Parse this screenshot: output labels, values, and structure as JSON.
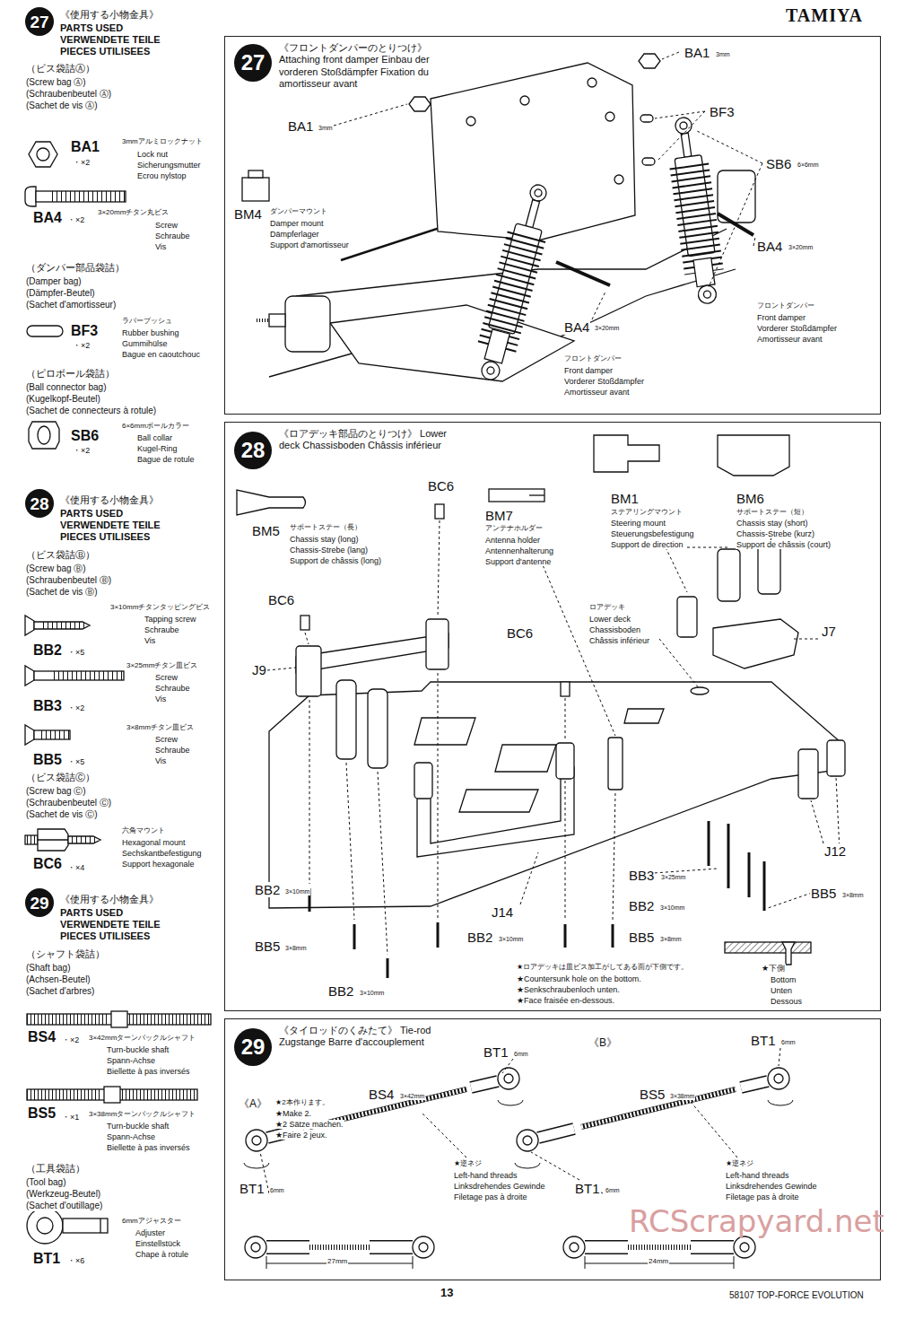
{
  "diagram": {
    "nodes": [
      {
        "text": [
          "27"
        ]
      },
      {
        "text": [
          "《フロントダンパーのとりつけ》 Attaching front damper Einbau der vorderen Stoßdämpfer Fixation du amortisseur avant"
        ]
      },
      {
        "text": [
          "27"
        ],
        "in": 1
      },
      {
        "text": [
          "28"
        ]
      },
      {
        "text": [
          "《ロアデッキ部品のとりつけ》 Lower deck Chassisboden Châssis inférieur"
        ]
      },
      {
        "text": [
          "28"
        ],
        "in": 4
      },
      {
        "text": [
          "29"
        ]
      },
      {
        "text": [
          "《タイロッドのくみたて》 Tie-rod Zugstange Barre d'accouplement"
        ]
      },
      {
        "text": [
          "29"
        ],
        "in": 7
      }
    ],
    "labels": [
      "TAMIYA",
      "《使用する小物金具》",
      "PARTS USED",
      "VERWENDETE TEILE",
      "PIECES UTILISEES",
      "（ビス袋詰Ⓐ）",
      "(Screw bag Ⓐ)",
      "(Schraubenbeutel Ⓐ)",
      "(Sachet de vis Ⓐ)",
      "BA1",
      "・×2",
      "3mmアルミロックナット",
      "Lock nut",
      "Sicherungsmutter",
      "Ecrou nylstop",
      "BA4",
      "・×2",
      "3×20mmチタン丸ビス",
      "Screw",
      "Schraube",
      "Vis",
      "（ダンパー部品袋詰）",
      "(Damper bag)",
      "(Dämpfer-Beutel)",
      "(Sachet d'amortisseur)",
      "BF3",
      "・×2",
      "ラバーブッシュ",
      "Rubber bushing",
      "Gummihülse",
      "Bague en caoutchouc",
      "（ピロボール袋詰）",
      "(Ball connector bag)",
      "(Kugelkopf-Beutel)",
      "(Sachet de connecteurs à rotule)",
      "SB6",
      "・×2",
      "6×6mmボールカラー",
      "Ball collar",
      "Kugel-Ring",
      "Bague de rotule",
      "《使用する小物金具》",
      "PARTS USED",
      "VERWENDETE TEILE",
      "PIECES UTILISEES",
      "（ビス袋詰Ⓑ）",
      "(Screw bag Ⓑ)",
      "(Schraubenbeutel Ⓑ)",
      "(Sachet de vis Ⓑ)",
      "3×10mmチタンタッピングビス",
      "Tapping screw",
      "Schraube",
      "Vis",
      "BB2",
      "・×5",
      "3×25mmチタン皿ビス",
      "Screw",
      "Schraube",
      "Vis",
      "BB3",
      "・×2",
      "3×8mmチタン皿ビス",
      "Screw",
      "Schraube",
      "Vis",
      "BB5",
      "・×5",
      "（ビス袋詰Ⓒ）",
      "(Screw bag Ⓒ)",
      "(Schraubenbeutel Ⓒ)",
      "(Sachet de vis Ⓒ)",
      "六角マウント",
      "Hexagonal mount",
      "Sechskantbefestigung",
      "Support hexagonale",
      "BC6",
      "・×4",
      "《使用する小物金具》",
      "PARTS USED",
      "VERWENDETE TEILE",
      "PIECES UTILISEES",
      "（シャフト袋詰）",
      "(Shaft bag)",
      "(Achsen-Beutel)",
      "(Sachet d'arbres)",
      "BS4",
      "・×2",
      "3×42mmターンバックルシャフト",
      "Turn-buckle shaft",
      "Spann-Achse",
      "Biellette à pas inversés",
      "BS5",
      "・×1",
      "3×38mmターンバックルシャフト",
      "Turn-buckle shaft",
      "Spann-Achse",
      "Biellette à pas inversés",
      "（工具袋詰）",
      "(Tool bag)",
      "(Werkzeug-Beutel)",
      "(Sachet d'outillage)",
      "6mmアジャスター",
      "Adjuster",
      "Einstellstück",
      "Chape à rotule",
      "BT1",
      "・×6",
      "BA1",
      "3mm",
      "BF3",
      "SB6",
      "6×6mm",
      "BA4",
      "3×20mm",
      "BA1",
      "3mm",
      "BM4",
      "ダンパーマウント",
      "Damper mount",
      "Dämpferlager",
      "Support d'amortisseur",
      "BA4",
      "3×20mm",
      "フロントダンパー",
      "Front damper",
      "Vorderer Stoßdämpfer",
      "Amortisseur avant",
      "フロントダンパー",
      "Front damper",
      "Vorderer Stoßdämpfer",
      "Amortisseur avant",
      "BM5",
      "サポートステー（長）",
      "Chassis stay (long)",
      "Chassis-Strebe (lang)",
      "Support de châssis (long)",
      "BC6",
      "BM7",
      "アンテナホルダー",
      "Antenna holder",
      "Antennenhalterung",
      "Support d'antenne",
      "BM1",
      "ステアリングマウント",
      "Steering mount",
      "Steuerungsbefestigung",
      "Support de direction",
      "BM6",
      "サポートステー（短）",
      "Chassis stay (short)",
      "Chassis-Strebe (kurz)",
      "Support de châssis (court)",
      "BC6",
      "ロアデッキ",
      "Lower deck",
      "Chassisboden",
      "Châssis inférieur",
      "BC6",
      "J7",
      "J9",
      "J12",
      "BB3",
      "3×25mm",
      "BB5",
      "3×8mm",
      "BB2",
      "3×10mm",
      "BB2",
      "3×10mm",
      "J14",
      "BB2",
      "3×10mm",
      "BB5",
      "3×8mm",
      "BB5",
      "3×8mm",
      "★ロアデッキは皿ビス加工がしてある面が下側です。",
      "★Countersunk hole on the bottom.",
      "★Senkschraubenloch unten.",
      "★Face fraisée en-dessous.",
      "★下側",
      "Bottom",
      "Unten",
      "Dessous",
      "BB2",
      "3×10mm",
      "《B》",
      "BT1",
      "6mm",
      "BT1",
      "6mm",
      "《A》",
      "★2本作ります。",
      "★Make 2.",
      "★2 Sätze machen.",
      "★Faire 2 jeux.",
      "BS4",
      "3×42mm",
      "BS5",
      "3×38mm",
      "★逆ネジ",
      "Left-hand threads",
      "Linksdrehendes Gewinde",
      "Filetage pas à droite",
      "★逆ネジ",
      "Left-hand threads",
      "Linksdrehendes Gewinde",
      "Filetage pas à droite",
      "BT1",
      "6mm",
      "BT1",
      "6mm",
      "27mm",
      "24mm",
      "13",
      "58107 TOP-FORCE EVOLUTION",
      "RCScrapyard.net"
    ]
  }
}
